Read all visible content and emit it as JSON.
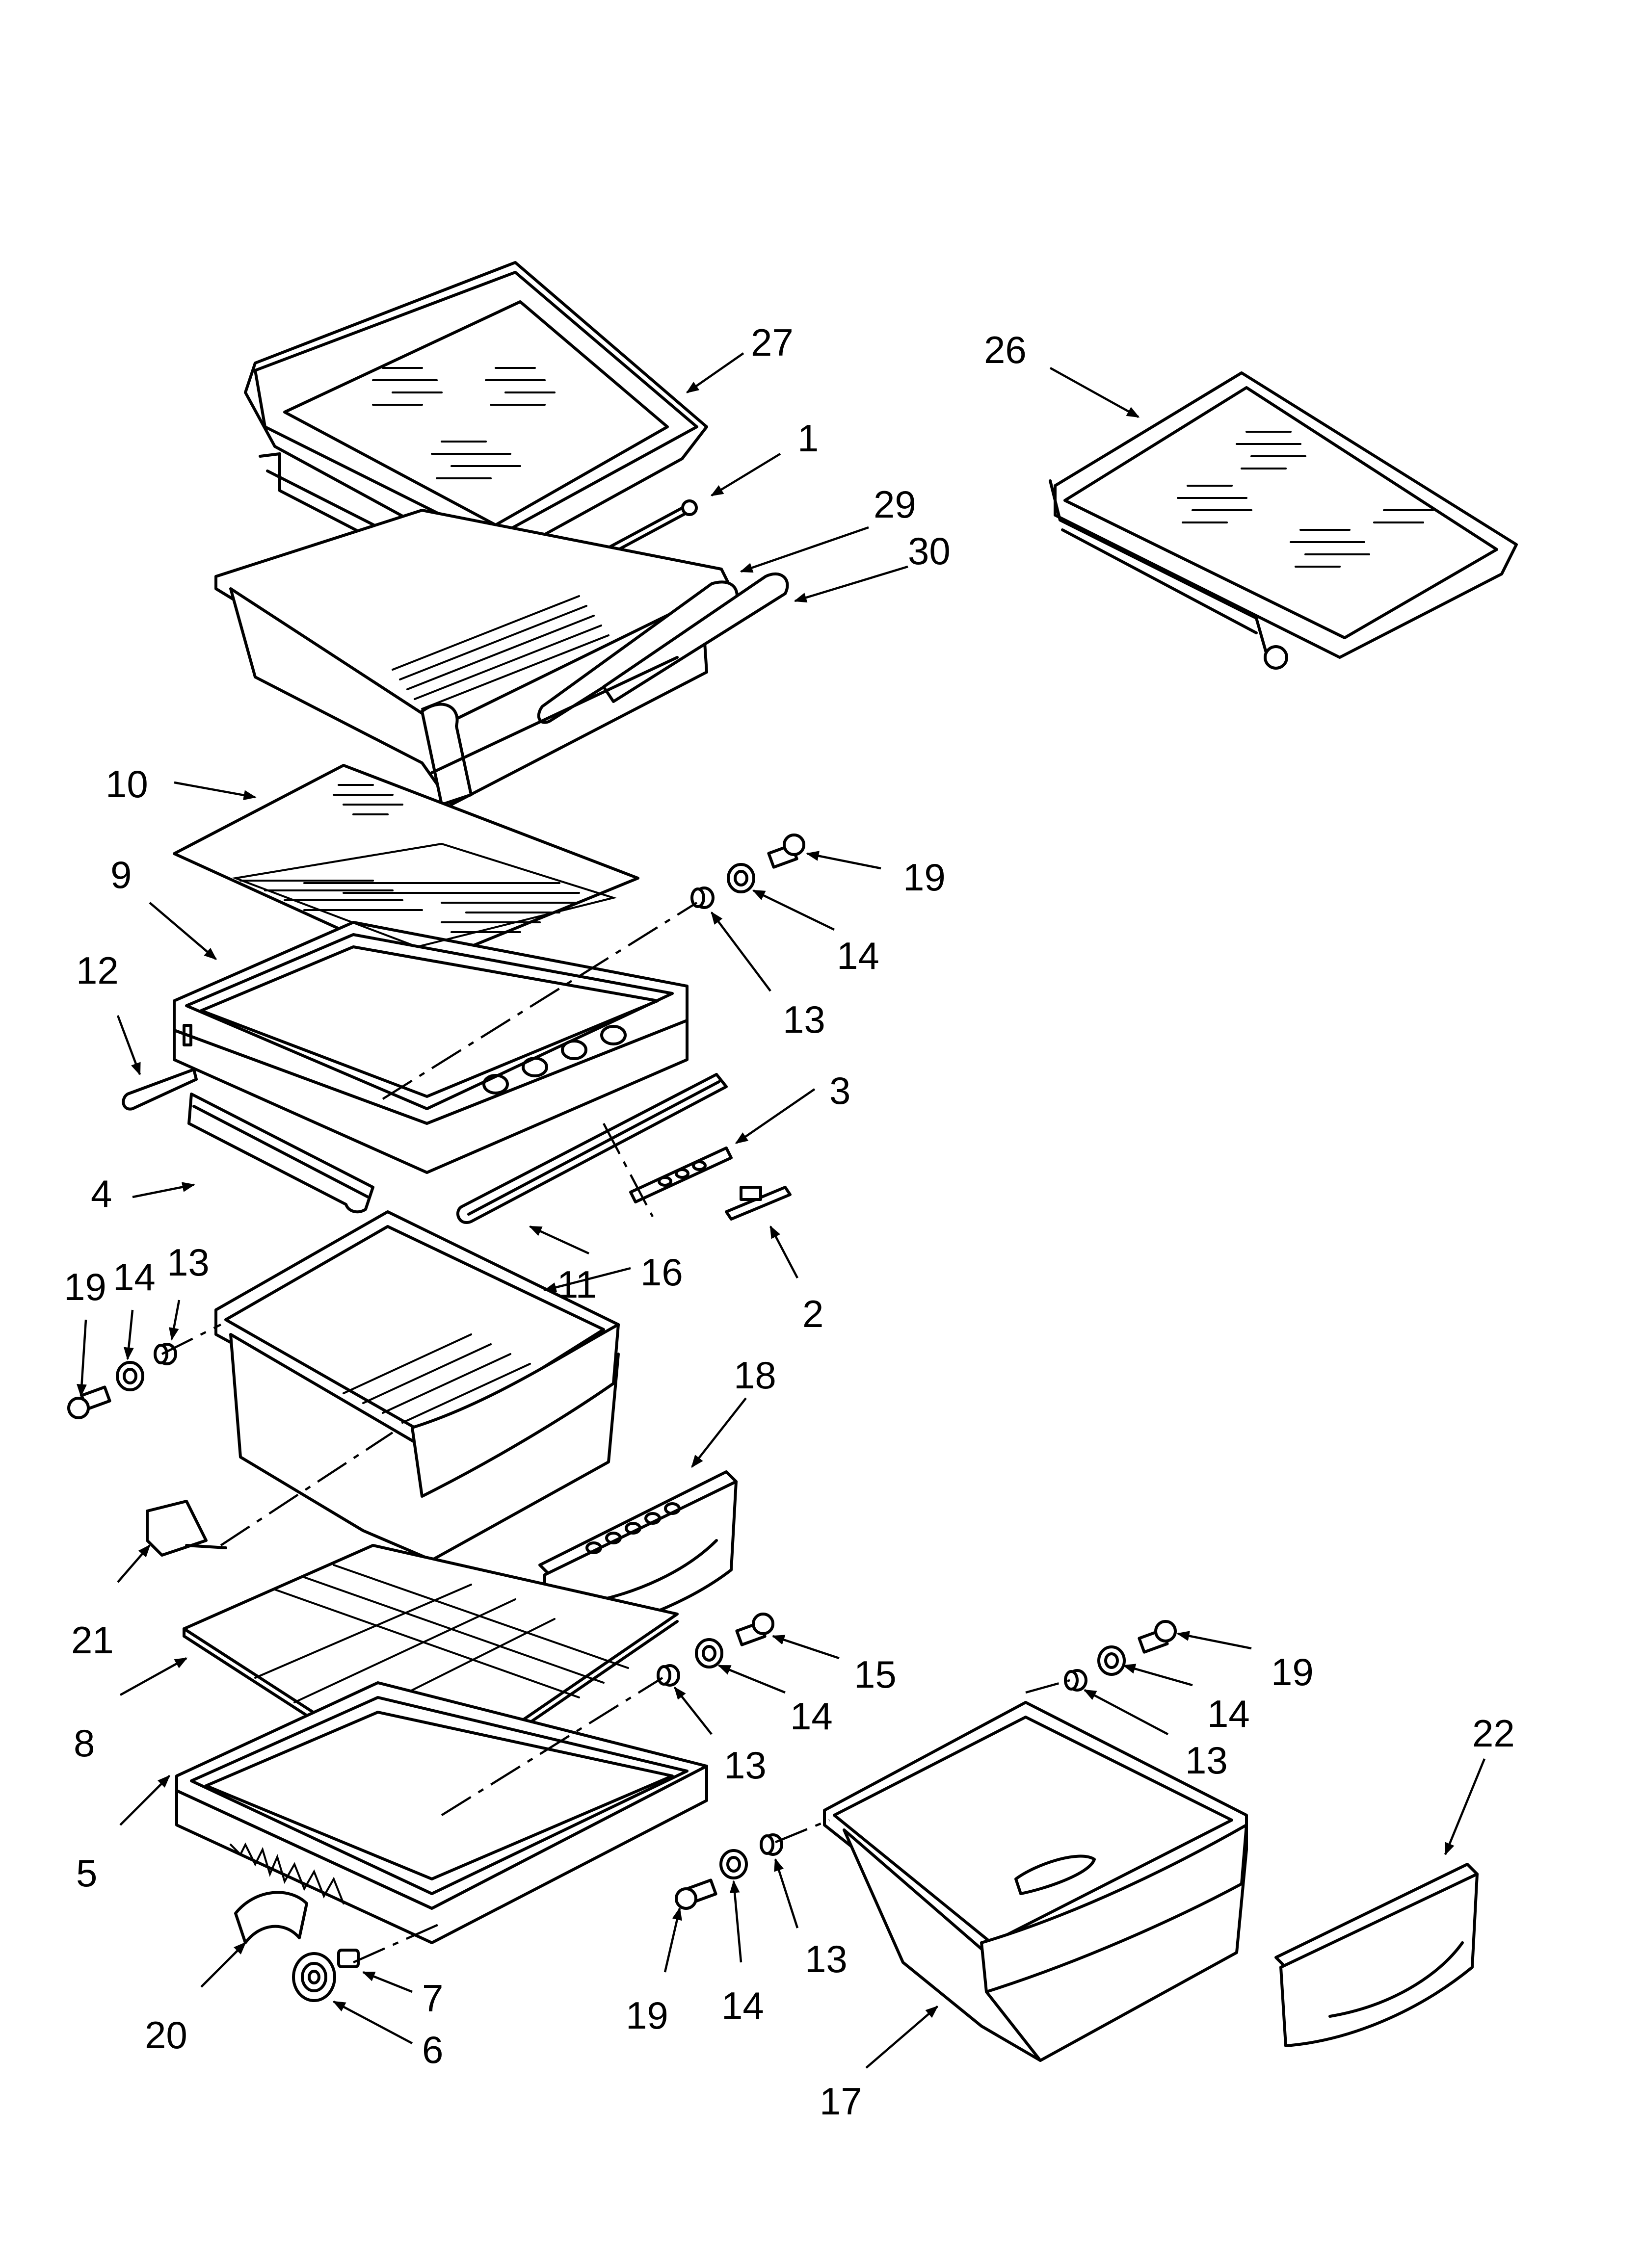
{
  "colors": {
    "line": "#000000",
    "background": "#ffffff"
  },
  "callouts": {
    "c1": "1",
    "c2": "2",
    "c3": "3",
    "c4": "4",
    "c5": "5",
    "c6": "6",
    "c7": "7",
    "c8": "8",
    "c9": "9",
    "c10": "10",
    "c11": "11",
    "c12": "12",
    "c13a": "13",
    "c13b": "13",
    "c13c": "13",
    "c13d": "13",
    "c13e": "13",
    "c14a": "14",
    "c14b": "14",
    "c14c": "14",
    "c14d": "14",
    "c14e": "14",
    "c15": "15",
    "c16": "16",
    "c17": "17",
    "c18": "18",
    "c19a": "19",
    "c19b": "19",
    "c19c": "19",
    "c19d": "19",
    "c20": "20",
    "c21": "21",
    "c22": "22",
    "c26": "26",
    "c27": "27",
    "c29": "29",
    "c30": "30"
  }
}
